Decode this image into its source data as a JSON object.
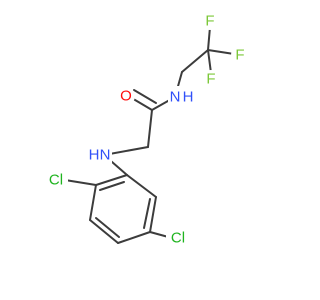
{
  "molecule": {
    "atoms": [
      {
        "id": "o1",
        "label": "O",
        "color": "#ff0d0d"
      },
      {
        "id": "n1",
        "label": "N",
        "color": "#3050f8"
      },
      {
        "id": "h1",
        "label": "H",
        "color": "#3050f8"
      },
      {
        "id": "f1",
        "label": "F",
        "color": "#7cc839"
      },
      {
        "id": "f2",
        "label": "F",
        "color": "#7cc839"
      },
      {
        "id": "f3",
        "label": "F",
        "color": "#7cc839"
      },
      {
        "id": "h2",
        "label": "H",
        "color": "#3050f8"
      },
      {
        "id": "n2",
        "label": "N",
        "color": "#3050f8"
      },
      {
        "id": "cl1",
        "label": "Cl",
        "color": "#1fb41f"
      },
      {
        "id": "cl2",
        "label": "Cl",
        "color": "#1fb41f"
      }
    ],
    "bond_color": "#3c3c3c"
  }
}
